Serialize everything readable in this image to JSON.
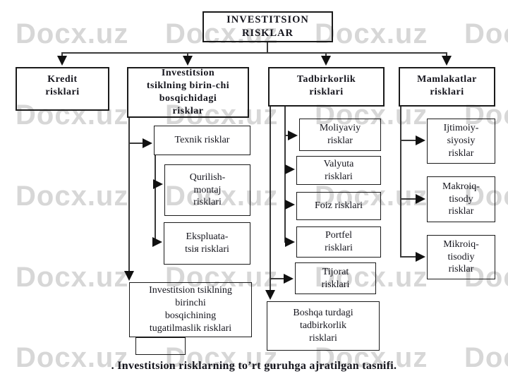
{
  "watermark": {
    "text": "Docx.uz"
  },
  "colors": {
    "line": "#3a3a3a",
    "border": "#1a1a1a",
    "text": "#15151d",
    "watermark": "#d7d7d7"
  },
  "diagram": {
    "root": "INVESTITSION\nRISKLAR",
    "level1": {
      "kredit": "Kredit\nrisklari",
      "invest_stage1": "Investitsion\ntsiklning birin-chi\nbosqichidagi\nrisklar",
      "tadbirkorlik": "Tadbirkorlik\nrisklari",
      "mamlakatlar": "Mamlakatlar\nrisklari"
    },
    "invest_children": {
      "texnik": "Texnik risklar",
      "qurilish": "Qurilish-\nmontaj\nrisklari",
      "ekspluatatsiya": "Ekspluata-\ntsiя risklari",
      "tugatilmaslik": "Investitsion tsiklning\nbirinchi\nbosqichining\ntugatilmaslik risklari"
    },
    "tadbirkorlik_children": {
      "moliyaviy": "Moliyaviy\nrisklar",
      "valyuta": "Valyuta\nrisklari",
      "foiz": "Foiz risklari",
      "portfel": "Portfel\nrisklari",
      "tijorat": "Tijorat\nrisklari",
      "boshqa": "Boshqa turdagi\ntadbirkorlik\nrisklari"
    },
    "mamlakatlar_children": {
      "ijtimoiy_siyosiy": "Ijtimoiy-\nsiyosiy\nrisklar",
      "makroiqtisodiy": "Makroiq-\ntisody\nrisklar",
      "mikroiqtisodiy": "Mikroiq-\ntisodiy\nrisklar"
    }
  },
  "caption": ". Investitsion risklarning to’rt guruhga ajratilgan tasnifi."
}
